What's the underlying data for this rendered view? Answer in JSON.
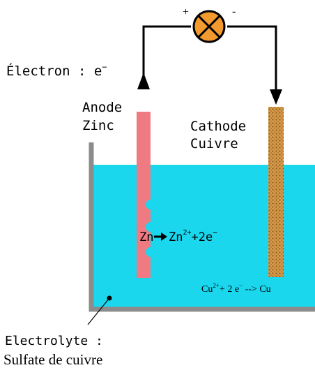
{
  "labels": {
    "plus_sign": "+",
    "minus_sign": "-",
    "electron_text": "Électron : e",
    "electron_sup": "−",
    "anode_line1": "Anode",
    "anode_line2": "Zinc",
    "cathode_line1": "Cathode",
    "cathode_line2": "Cuivre",
    "anode_reaction_lhs": "Zn",
    "anode_reaction_zn": "Zn",
    "anode_reaction_zn_charge": "2+",
    "anode_reaction_rhs": "+2e",
    "anode_reaction_rhs_sup": "−",
    "cathode_reaction_cu": "Cu",
    "cathode_reaction_cu_charge": "2+",
    "cathode_reaction_mid": "+ 2 e",
    "cathode_reaction_e_sup": "−",
    "cathode_reaction_rhs": " --> Cu",
    "electrolyte_line1": "Electrolyte :",
    "electrolyte_line2": "Sulfate de cuivre"
  },
  "colors": {
    "electrolyte": "#1ad7ee",
    "beaker_wall": "#8c8c8c",
    "anode": "#f07a82",
    "cathode": "#c8883a",
    "cathode_pattern": "#8a5a1e",
    "bulb": "#f39a2e",
    "wire": "#000000"
  },
  "icons": {
    "bulb": "light-bulb-icon",
    "electron_arrow": "arrow-up-icon",
    "cathode_arrow": "arrow-down-icon",
    "reaction_arrow": "arrow-right-icon"
  }
}
